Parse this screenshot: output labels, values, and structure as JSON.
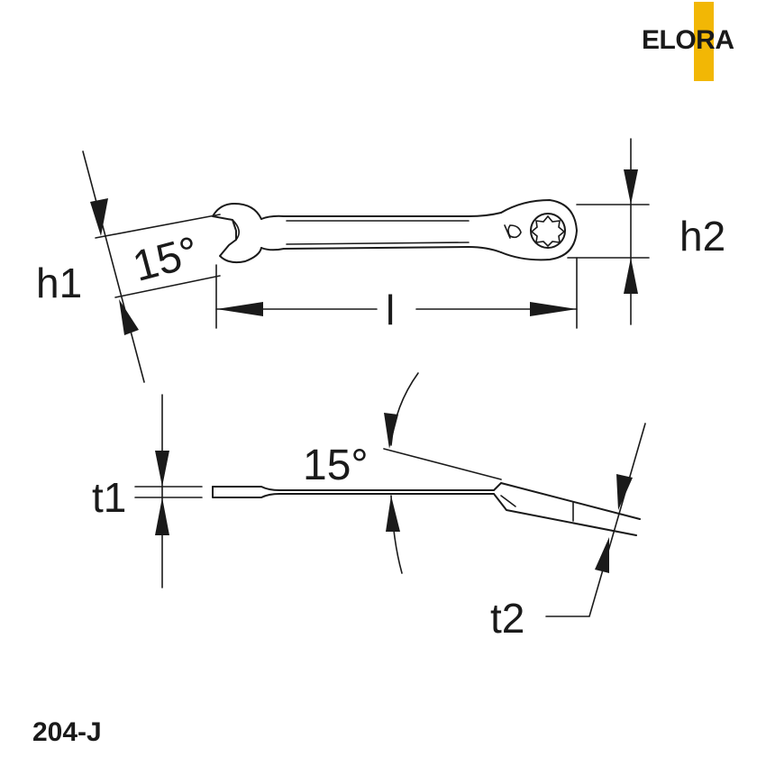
{
  "brand": {
    "name": "ELORA",
    "accent_color": "#f2b705"
  },
  "model_number": "204-J",
  "dimensions": {
    "h1": "h1",
    "h2": "h2",
    "l": "l",
    "t1": "t1",
    "t2": "t2",
    "open_end_angle": "15°",
    "offset_angle": "15°"
  }
}
